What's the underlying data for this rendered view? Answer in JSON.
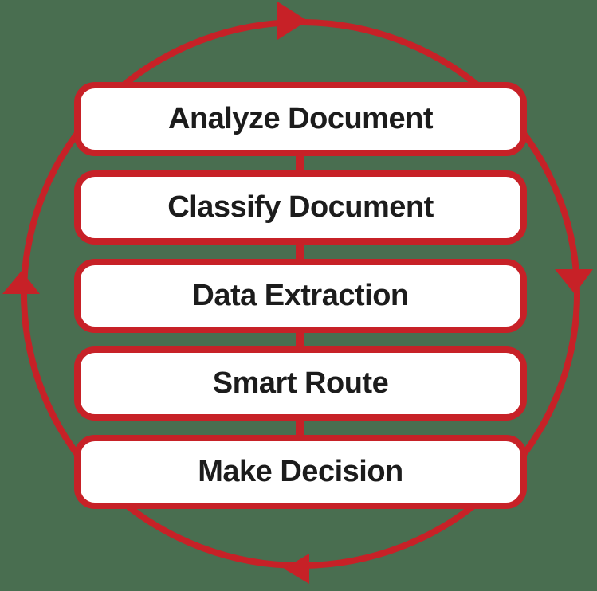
{
  "diagram": {
    "type": "cycle",
    "direction": "clockwise",
    "steps": [
      {
        "label": "Analyze Document"
      },
      {
        "label": "Classify Document"
      },
      {
        "label": "Data Extraction"
      },
      {
        "label": "Smart Route"
      },
      {
        "label": "Make Decision"
      }
    ],
    "arrows": [
      {
        "position": "top",
        "points_to": "right"
      },
      {
        "position": "right",
        "points_to": "down"
      },
      {
        "position": "bottom",
        "points_to": "left"
      },
      {
        "position": "left",
        "points_to": "up"
      }
    ]
  },
  "colors": {
    "accent_red": "#c72127",
    "background_green": "#496e50",
    "box_fill": "#ffffff",
    "text_black": "#1c1c1c"
  }
}
